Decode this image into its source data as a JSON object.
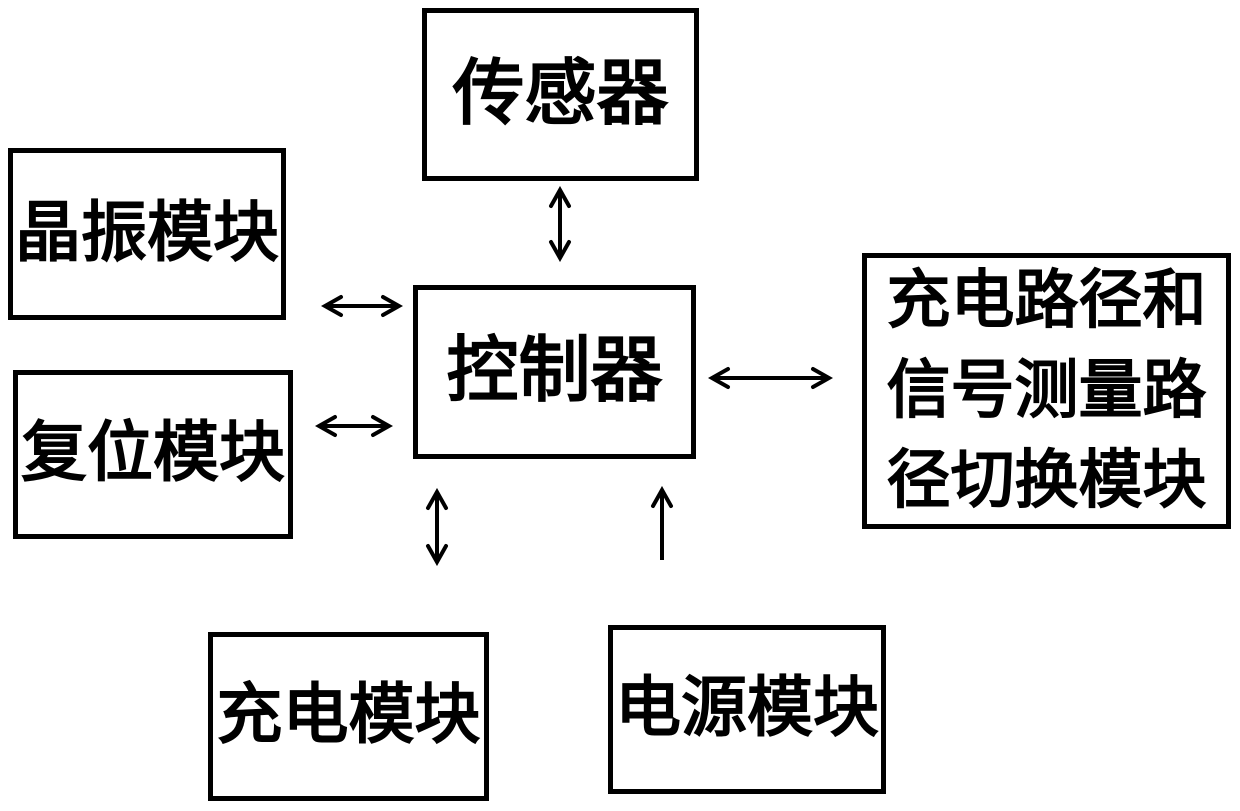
{
  "diagram": {
    "type": "block-diagram",
    "language": "zh",
    "colors": {
      "line": "#000000",
      "background": "#ffffff",
      "text": "#000000"
    },
    "nodes": [
      {
        "id": "sensor",
        "label": "传感器"
      },
      {
        "id": "crystal",
        "label": "晶振模块"
      },
      {
        "id": "reset",
        "label": "复位模块"
      },
      {
        "id": "controller",
        "label": "控制器"
      },
      {
        "id": "path-switch",
        "label": "充电路径和信号测量路径切换模块",
        "lines": [
          "充电路径和",
          "信号测量路",
          "径切换模块"
        ]
      },
      {
        "id": "charging",
        "label": "充电模块"
      },
      {
        "id": "power",
        "label": "电源模块"
      }
    ],
    "edges": [
      {
        "from": "sensor",
        "to": "controller",
        "direction": "bidirectional"
      },
      {
        "from": "crystal",
        "to": "controller",
        "direction": "bidirectional"
      },
      {
        "from": "reset",
        "to": "controller",
        "direction": "bidirectional"
      },
      {
        "from": "controller",
        "to": "path-switch",
        "direction": "bidirectional"
      },
      {
        "from": "controller",
        "to": "charging",
        "direction": "bidirectional"
      },
      {
        "from": "power",
        "to": "controller",
        "direction": "unidirectional"
      }
    ]
  }
}
